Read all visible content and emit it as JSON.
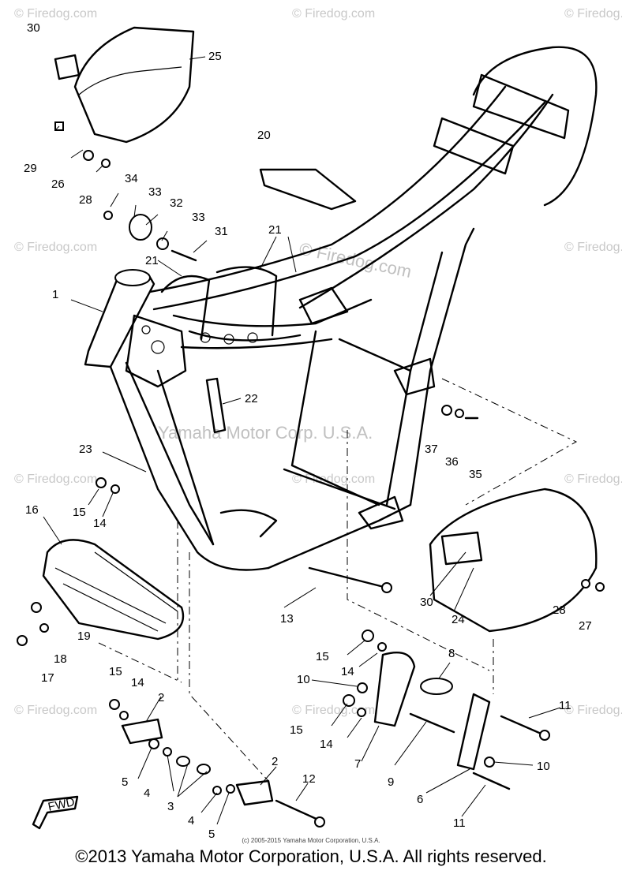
{
  "diagram": {
    "watermark_text": "© Firedog.com",
    "center_watermark": "© Firedog.com",
    "mid_watermark": "Yamaha Motor Corp. U.S.A.",
    "fwd_label": "FWD",
    "small_copyright": "(c) 2005-2015 Yamaha Motor Corporation, U.S.A.",
    "footer": "©2013 Yamaha Motor Corporation, U.S.A. All rights reserved.",
    "callouts": [
      {
        "id": "c30a",
        "text": "30"
      },
      {
        "id": "c25",
        "text": "25"
      },
      {
        "id": "c29",
        "text": "29"
      },
      {
        "id": "c26",
        "text": "26"
      },
      {
        "id": "c28a",
        "text": "28"
      },
      {
        "id": "c34",
        "text": "34"
      },
      {
        "id": "c33a",
        "text": "33"
      },
      {
        "id": "c32",
        "text": "32"
      },
      {
        "id": "c33b",
        "text": "33"
      },
      {
        "id": "c31",
        "text": "31"
      },
      {
        "id": "c20",
        "text": "20"
      },
      {
        "id": "c21a",
        "text": "21"
      },
      {
        "id": "c21b",
        "text": "21"
      },
      {
        "id": "c1",
        "text": "1"
      },
      {
        "id": "c22",
        "text": "22"
      },
      {
        "id": "c23",
        "text": "23"
      },
      {
        "id": "c15a",
        "text": "15"
      },
      {
        "id": "c14a",
        "text": "14"
      },
      {
        "id": "c16",
        "text": "16"
      },
      {
        "id": "c19",
        "text": "19"
      },
      {
        "id": "c18",
        "text": "18"
      },
      {
        "id": "c17",
        "text": "17"
      },
      {
        "id": "c37",
        "text": "37"
      },
      {
        "id": "c36",
        "text": "36"
      },
      {
        "id": "c35",
        "text": "35"
      },
      {
        "id": "c30b",
        "text": "30"
      },
      {
        "id": "c24",
        "text": "24"
      },
      {
        "id": "c28b",
        "text": "28"
      },
      {
        "id": "c27",
        "text": "27"
      },
      {
        "id": "c13",
        "text": "13"
      },
      {
        "id": "c15b",
        "text": "15"
      },
      {
        "id": "c14b",
        "text": "14"
      },
      {
        "id": "c8",
        "text": "8"
      },
      {
        "id": "c10a",
        "text": "10"
      },
      {
        "id": "c15c",
        "text": "15"
      },
      {
        "id": "c14c",
        "text": "14"
      },
      {
        "id": "c7",
        "text": "7"
      },
      {
        "id": "c9",
        "text": "9"
      },
      {
        "id": "c11a",
        "text": "11"
      },
      {
        "id": "c10b",
        "text": "10"
      },
      {
        "id": "c6",
        "text": "6"
      },
      {
        "id": "c11b",
        "text": "11"
      },
      {
        "id": "c15d",
        "text": "15"
      },
      {
        "id": "c14d",
        "text": "14"
      },
      {
        "id": "c2a",
        "text": "2"
      },
      {
        "id": "c5a",
        "text": "5"
      },
      {
        "id": "c4a",
        "text": "4"
      },
      {
        "id": "c3",
        "text": "3"
      },
      {
        "id": "c4b",
        "text": "4"
      },
      {
        "id": "c5b",
        "text": "5"
      },
      {
        "id": "c2b",
        "text": "2"
      },
      {
        "id": "c12",
        "text": "12"
      }
    ]
  }
}
